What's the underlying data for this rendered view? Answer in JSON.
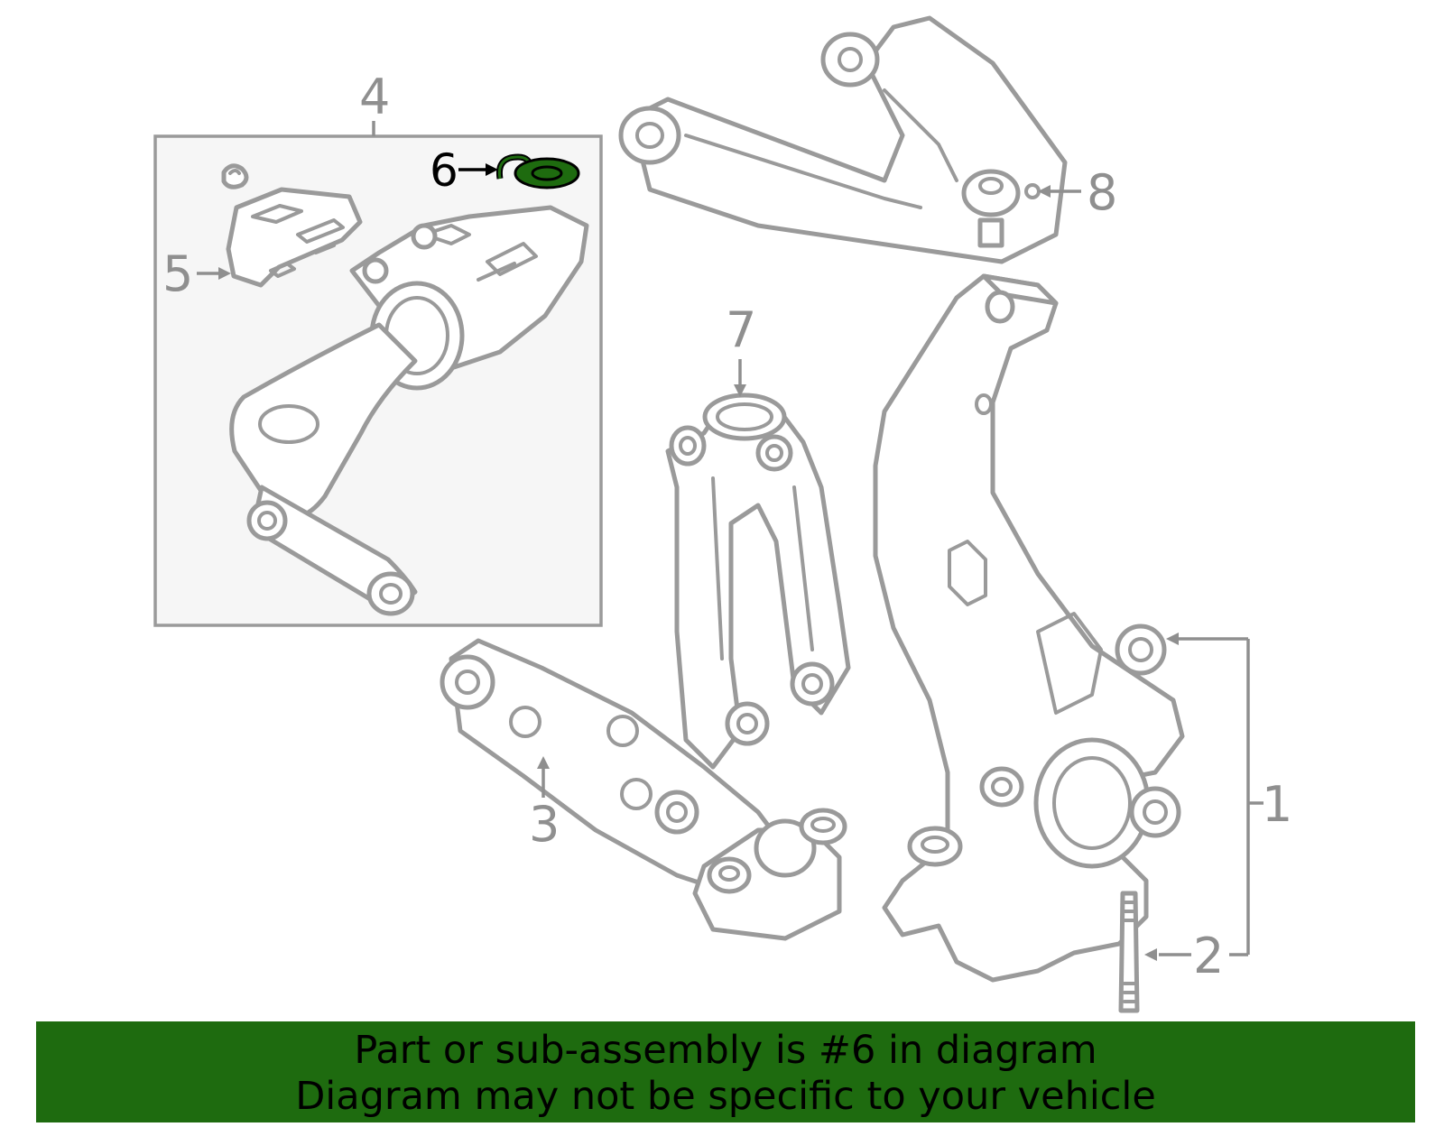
{
  "callouts": {
    "c1": "1",
    "c2": "2",
    "c3": "3",
    "c4": "4",
    "c5": "5",
    "c6": "6",
    "c7": "7",
    "c8": "8"
  },
  "highlighted_part": "6",
  "colors": {
    "highlight_fill": "#1e6b0f",
    "banner_background": "#1e6b0f",
    "line_art": "#9a9a9a",
    "callout_text": "#8f8f8f",
    "inset_background": "#f6f6f6"
  },
  "banner": {
    "line1": "Part or sub-assembly is #6 in diagram",
    "line2": "Diagram may not be specific to your vehicle"
  }
}
